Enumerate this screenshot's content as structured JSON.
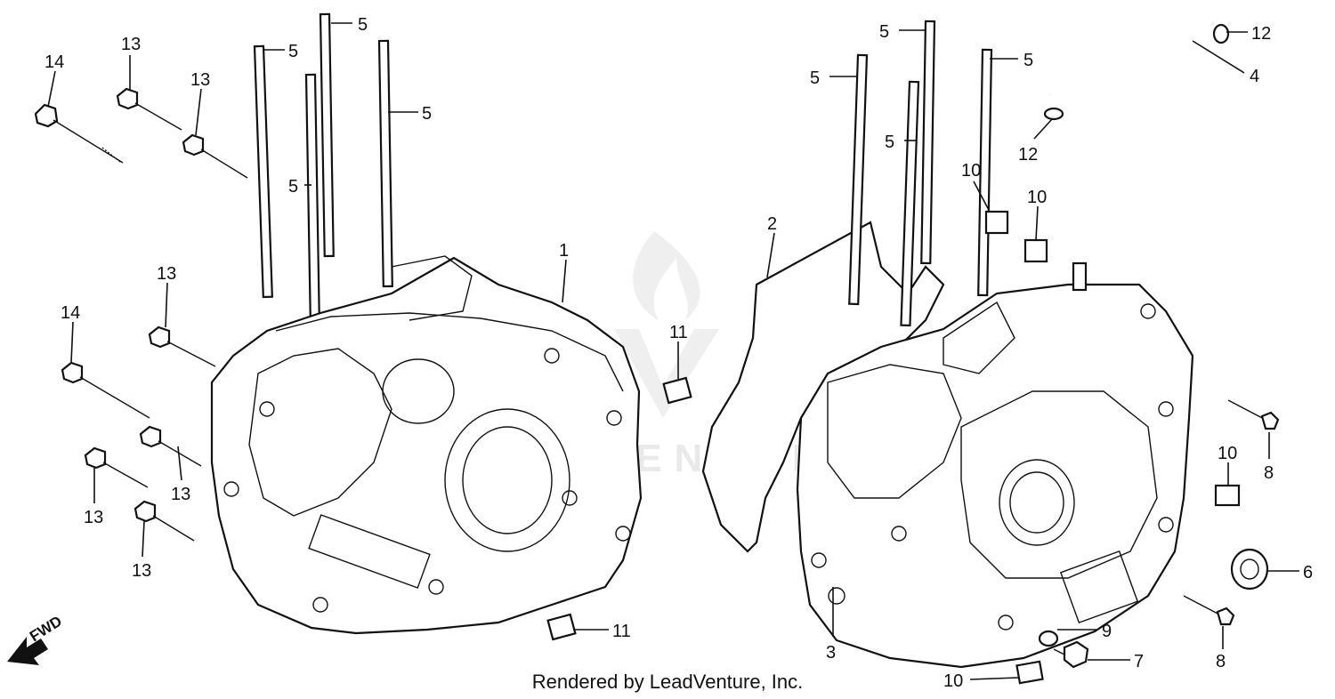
{
  "diagram": {
    "callouts": [
      {
        "id": "c1",
        "text": "1"
      },
      {
        "id": "c2",
        "text": "2"
      },
      {
        "id": "c3",
        "text": "3"
      },
      {
        "id": "c4",
        "text": "4"
      },
      {
        "id": "c5a",
        "text": "5"
      },
      {
        "id": "c5b",
        "text": "5"
      },
      {
        "id": "c5c",
        "text": "5"
      },
      {
        "id": "c5d",
        "text": "5"
      },
      {
        "id": "c5e",
        "text": "5"
      },
      {
        "id": "c5f",
        "text": "5"
      },
      {
        "id": "c5g",
        "text": "5"
      },
      {
        "id": "c5h",
        "text": "5"
      },
      {
        "id": "c6",
        "text": "6"
      },
      {
        "id": "c7",
        "text": "7"
      },
      {
        "id": "c8a",
        "text": "8"
      },
      {
        "id": "c8b",
        "text": "8"
      },
      {
        "id": "c9",
        "text": "9"
      },
      {
        "id": "c10a",
        "text": "10"
      },
      {
        "id": "c10b",
        "text": "10"
      },
      {
        "id": "c10c",
        "text": "10"
      },
      {
        "id": "c10d",
        "text": "10"
      },
      {
        "id": "c11a",
        "text": "11"
      },
      {
        "id": "c11b",
        "text": "11"
      },
      {
        "id": "c12a",
        "text": "12"
      },
      {
        "id": "c12b",
        "text": "12"
      },
      {
        "id": "c13a",
        "text": "13"
      },
      {
        "id": "c13b",
        "text": "13"
      },
      {
        "id": "c13c",
        "text": "13"
      },
      {
        "id": "c13d",
        "text": "13"
      },
      {
        "id": "c13e",
        "text": "13"
      },
      {
        "id": "c13f",
        "text": "13"
      },
      {
        "id": "c14a",
        "text": "14"
      },
      {
        "id": "c14b",
        "text": "14"
      }
    ],
    "fwd_label": "FWD",
    "watermark": "LEADVENTURE",
    "footer": "Rendered by LeadVenture, Inc."
  }
}
